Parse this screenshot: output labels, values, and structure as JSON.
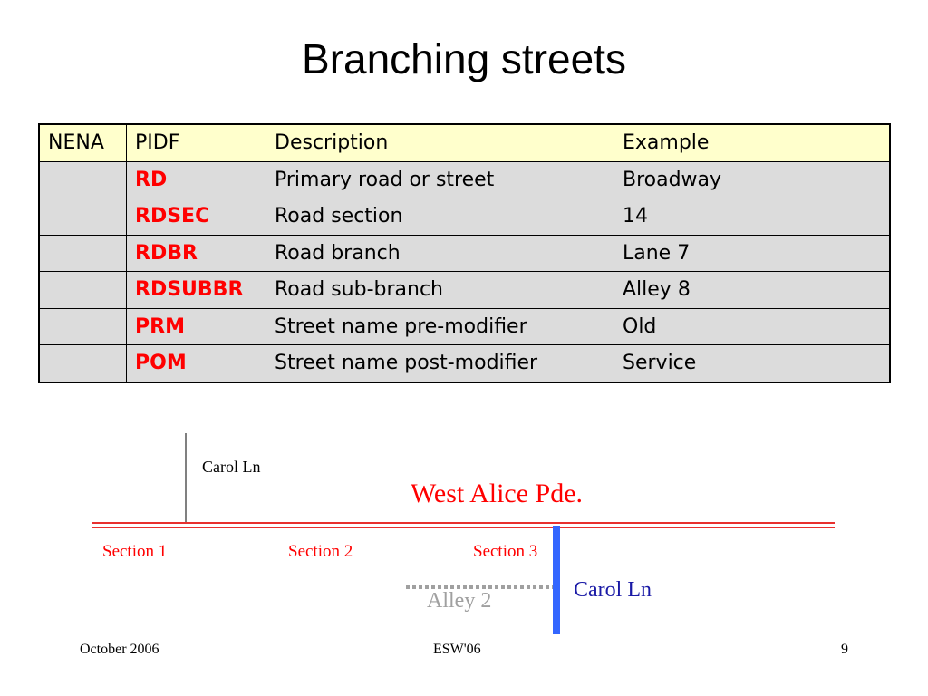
{
  "slide": {
    "title": "Branching streets"
  },
  "table": {
    "headers": [
      "NENA",
      "PIDF",
      "Description",
      "Example"
    ],
    "rows": [
      {
        "nena": "",
        "pidf": "RD",
        "description": "Primary road or street",
        "example": "Broadway"
      },
      {
        "nena": "",
        "pidf": "RDSEC",
        "description": "Road section",
        "example": "14"
      },
      {
        "nena": "",
        "pidf": "RDBR",
        "description": "Road branch",
        "example": "Lane 7"
      },
      {
        "nena": "",
        "pidf": "RDSUBBR",
        "description": "Road sub-branch",
        "example": "Alley 8"
      },
      {
        "nena": "",
        "pidf": "PRM",
        "description": "Street name pre-modifier",
        "example": "Old"
      },
      {
        "nena": "",
        "pidf": "POM",
        "description": "Street name post-modifier",
        "example": "Service"
      }
    ]
  },
  "diagram": {
    "top_street_label": "Carol Ln",
    "main_street_label": "West Alice Pde.",
    "sections": [
      "Section 1",
      "Section 2",
      "Section 3"
    ],
    "alley_label": "Alley 2",
    "branch_street_label": "Carol Ln",
    "colors": {
      "main_street": "#e8302f",
      "branch_street": "#3366ff",
      "alley": "#a0a0a0",
      "label_red": "#ff0000",
      "label_blue": "#1a1aa6",
      "label_gray": "#a0a0a0"
    }
  },
  "footer": {
    "left": "October 2006",
    "center": "ESW'06",
    "right": "9"
  }
}
